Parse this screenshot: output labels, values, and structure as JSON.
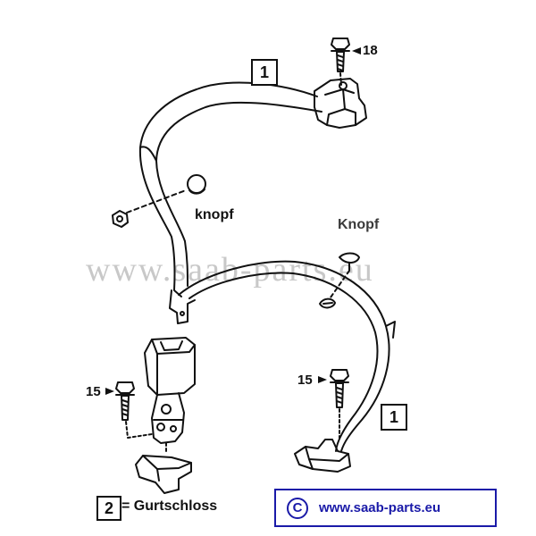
{
  "callouts": {
    "part_1_top": "1",
    "part_1_right": "1",
    "part_2": "2"
  },
  "torque": {
    "top_bolt": "18",
    "left_bolt": "15",
    "right_bolt": "15"
  },
  "labels": {
    "knopf_left": "knopf",
    "knopf_right": "Knopf",
    "gurtschloss": "= Gurtschloss"
  },
  "watermark": "www.saab-parts.eu",
  "footer": {
    "copyright_symbol": "C",
    "url": "www.saab-parts.eu"
  },
  "colors": {
    "line": "#111111",
    "footer_blue": "#1a1aa8",
    "watermark": "#c8c8c8"
  }
}
